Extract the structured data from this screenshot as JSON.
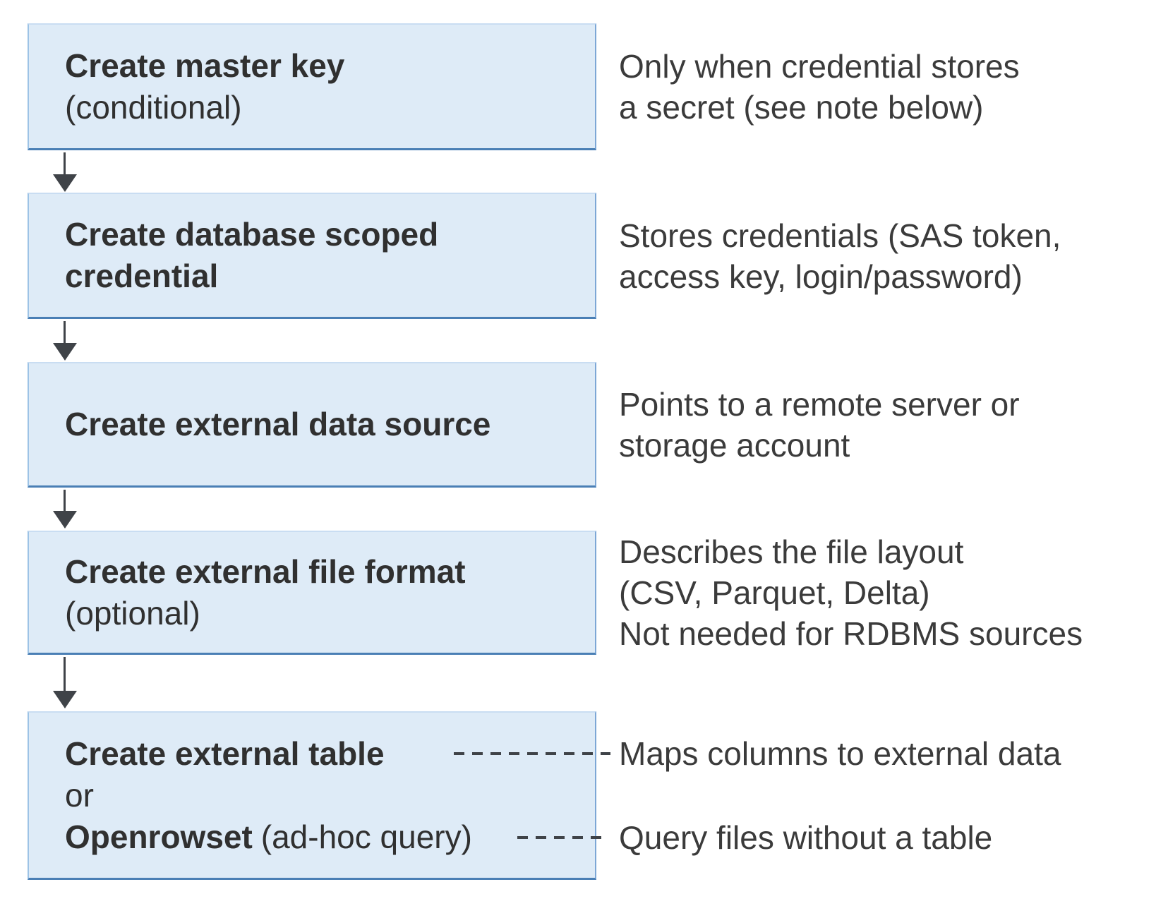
{
  "colors": {
    "box-fill": "#deebf7",
    "box-border": "#9dc3e6",
    "box-border-bottom": "#4a7fb5",
    "arrow": "#3f4348",
    "heading-text": "#303030",
    "body-text": "#3b3b3b"
  },
  "diagram": {
    "steps": [
      {
        "title": "Create master key",
        "qualifier": "(conditional)",
        "note": "Only when credential stores\na secret (see note below)"
      },
      {
        "title": "Create database scoped\ncredential",
        "note": "Stores credentials (SAS token,\naccess key, login/password)"
      },
      {
        "title": "Create external data source",
        "note": "Points to a remote server or\nstorage account"
      },
      {
        "title": "Create external file format",
        "qualifier": "(optional)",
        "note": "Describes the file layout\n(CSV, Parquet, Delta)\nNot needed for RDBMS sources"
      },
      {
        "option1": "Create external table",
        "conjunction": "or",
        "option2": "Openrowset",
        "option2_qualifier": "(ad-hoc query)",
        "connector1_label": "Maps columns to external data",
        "connector2_label": "Query files without a table"
      }
    ]
  }
}
